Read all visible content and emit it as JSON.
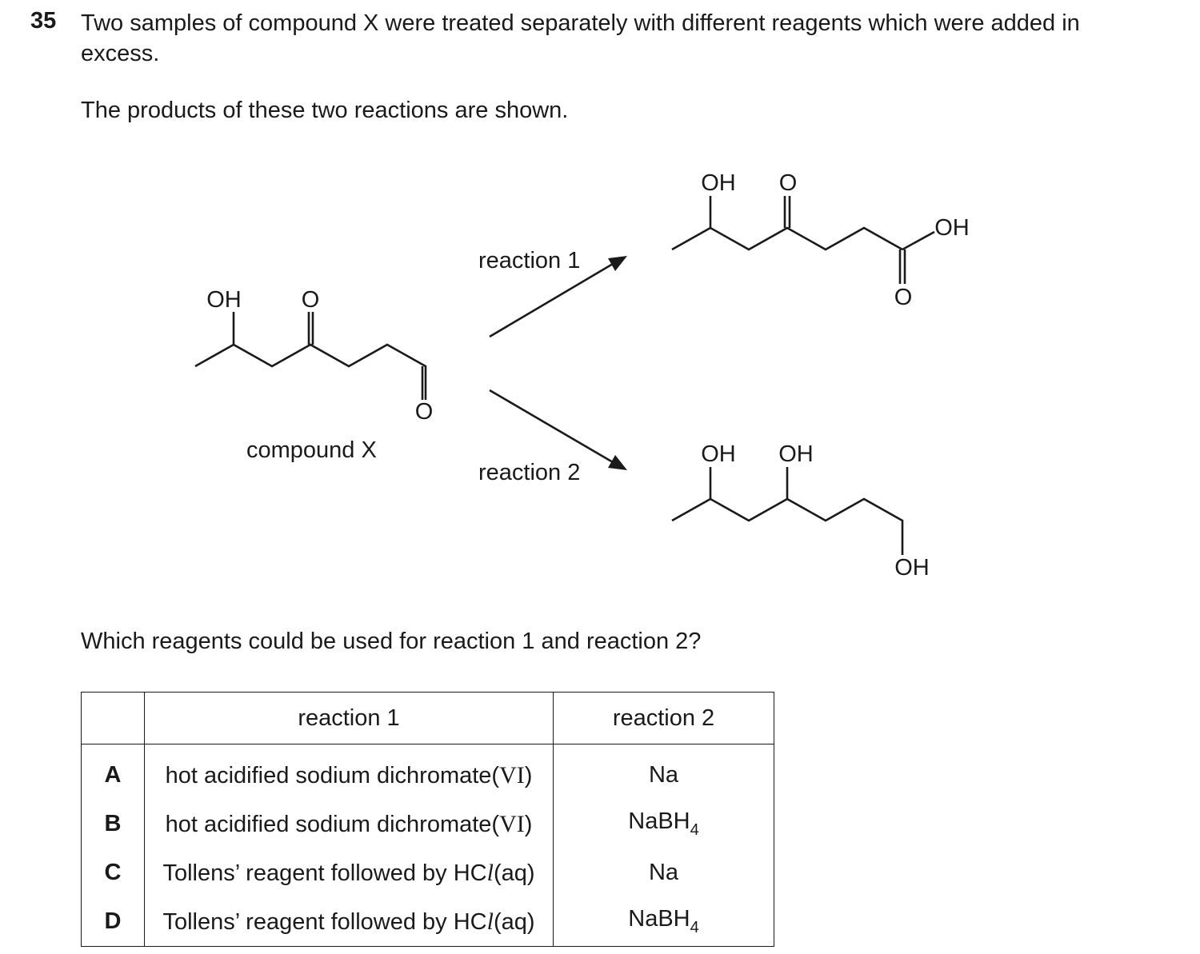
{
  "question": {
    "number": "35",
    "text": "Two samples of compound X were treated separately with different reagents which were added in excess.",
    "intro": "The products of these two reactions are shown.",
    "prompt": "Which reagents could be used for reaction 1 and reaction 2?"
  },
  "diagram": {
    "compound_label": "compound X",
    "reaction1_label": "reaction 1",
    "reaction2_label": "reaction 2",
    "atom_oh": "OH",
    "atom_o": "O"
  },
  "table": {
    "headers": [
      "",
      "reaction 1",
      "reaction 2"
    ],
    "rows": [
      {
        "letter": "A",
        "r1_main": "hot acidified sodium dichromate(",
        "r1_roman": "VI",
        "r1_end": ")",
        "r2_main": "Na",
        "r2_sub": ""
      },
      {
        "letter": "B",
        "r1_main": "hot acidified sodium dichromate(",
        "r1_roman": "VI",
        "r1_end": ")",
        "r2_main": "NaBH",
        "r2_sub": "4"
      },
      {
        "letter": "C",
        "r1_main": "Tollens’ reagent followed by HC",
        "r1_ital": "l",
        "r1_end": "(aq)",
        "r2_main": "Na",
        "r2_sub": ""
      },
      {
        "letter": "D",
        "r1_main": "Tollens’ reagent followed by HC",
        "r1_ital": "l",
        "r1_end": "(aq)",
        "r2_main": "NaBH",
        "r2_sub": "4"
      }
    ]
  }
}
